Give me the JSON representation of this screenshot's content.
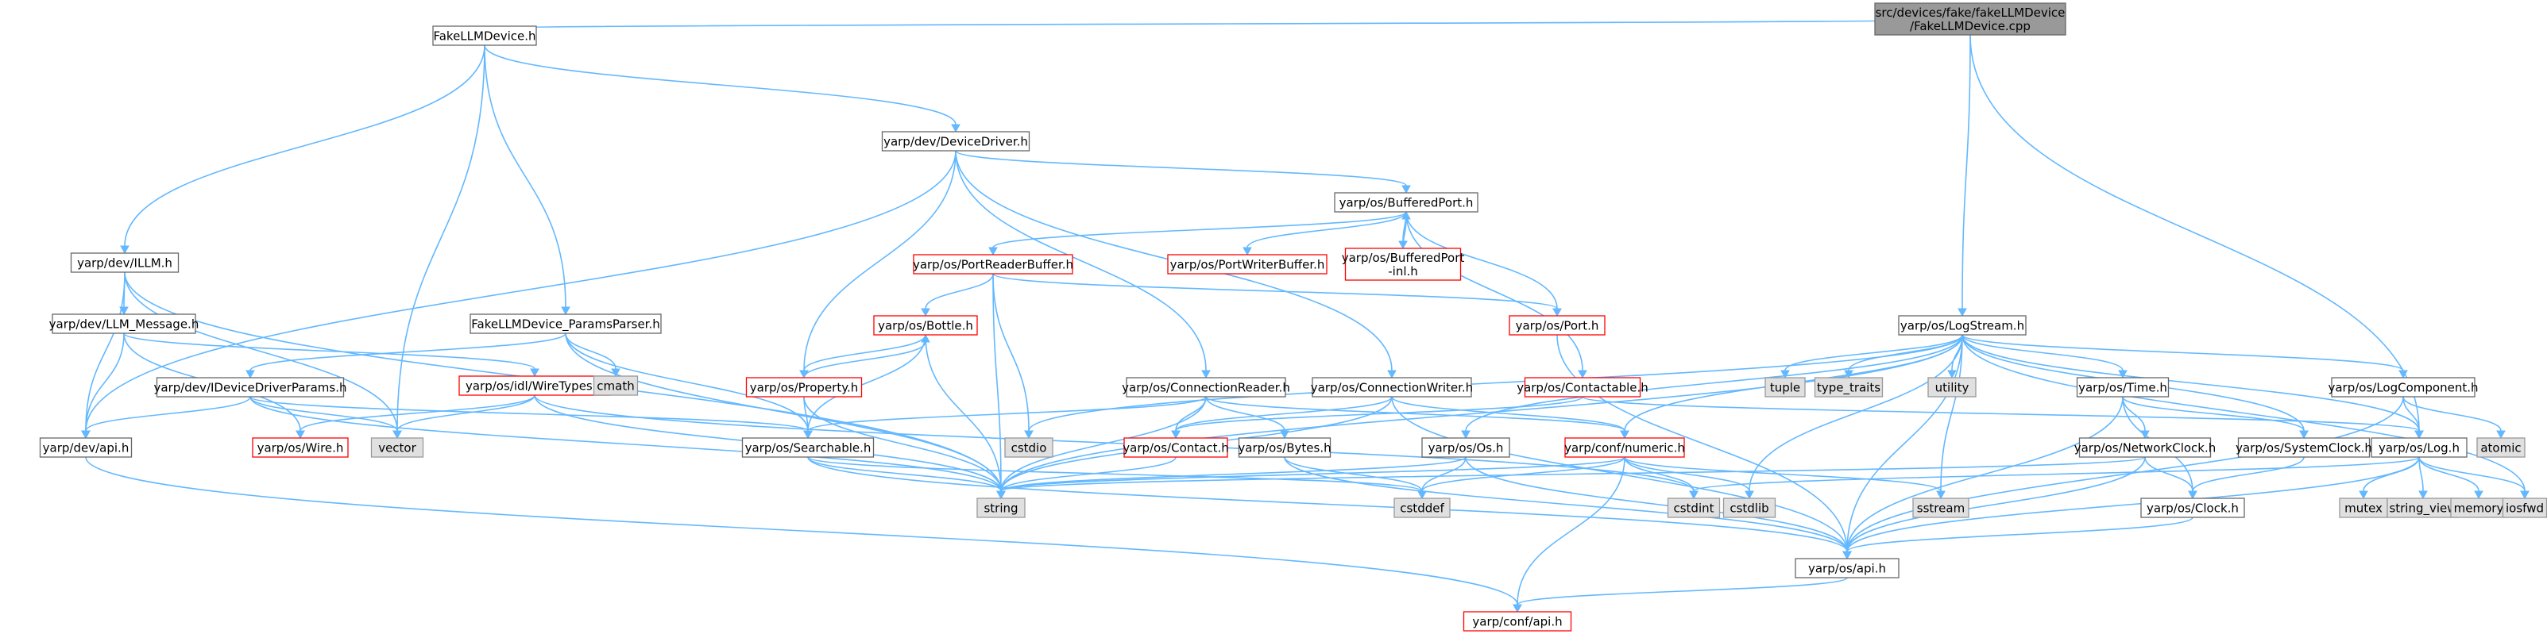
{
  "colors": {
    "edge": "#63b8ff",
    "node_fill": "#ffffff",
    "node_stroke": "#666666",
    "root_fill": "#999999",
    "root_stroke": "#666666",
    "system_fill": "#e0e0e0",
    "system_stroke": "#999999",
    "truncated_stroke": "#ff0000",
    "label": "#000000"
  },
  "nodes": [
    {
      "id": "root",
      "lines": [
        "src/devices/fake/fakeLLMDevice",
        "/FakeLLMDevice.cpp"
      ],
      "kind": "root"
    },
    {
      "id": "fakellmdevice_h",
      "lines": [
        "FakeLLMDevice.h"
      ],
      "kind": "normal"
    },
    {
      "id": "devicedriver_h",
      "lines": [
        "yarp/dev/DeviceDriver.h"
      ],
      "kind": "normal"
    },
    {
      "id": "illm_h",
      "lines": [
        "yarp/dev/ILLM.h"
      ],
      "kind": "normal"
    },
    {
      "id": "llm_message_h",
      "lines": [
        "yarp/dev/LLM_Message.h"
      ],
      "kind": "normal"
    },
    {
      "id": "paramsparser_h",
      "lines": [
        "FakeLLMDevice_ParamsParser.h"
      ],
      "kind": "normal"
    },
    {
      "id": "ideviceparams_h",
      "lines": [
        "yarp/dev/IDeviceDriverParams.h"
      ],
      "kind": "normal"
    },
    {
      "id": "dev_api_h",
      "lines": [
        "yarp/dev/api.h"
      ],
      "kind": "normal"
    },
    {
      "id": "wiretypes_h",
      "lines": [
        "yarp/os/idl/WireTypes.h"
      ],
      "kind": "truncated"
    },
    {
      "id": "wire_h",
      "lines": [
        "yarp/os/Wire.h"
      ],
      "kind": "truncated"
    },
    {
      "id": "vector",
      "lines": [
        "vector"
      ],
      "kind": "system"
    },
    {
      "id": "cmath",
      "lines": [
        "cmath"
      ],
      "kind": "system"
    },
    {
      "id": "bufferedport_h",
      "lines": [
        "yarp/os/BufferedPort.h"
      ],
      "kind": "normal"
    },
    {
      "id": "portreaderbuffer_h",
      "lines": [
        "yarp/os/PortReaderBuffer.h"
      ],
      "kind": "truncated"
    },
    {
      "id": "portwriterbuffer_h",
      "lines": [
        "yarp/os/PortWriterBuffer.h"
      ],
      "kind": "truncated"
    },
    {
      "id": "bufferedport_inl_h",
      "lines": [
        "yarp/os/BufferedPort",
        "-inl.h"
      ],
      "kind": "truncated"
    },
    {
      "id": "port_h",
      "lines": [
        "yarp/os/Port.h"
      ],
      "kind": "truncated"
    },
    {
      "id": "bottle_h",
      "lines": [
        "yarp/os/Bottle.h"
      ],
      "kind": "truncated"
    },
    {
      "id": "property_h",
      "lines": [
        "yarp/os/Property.h"
      ],
      "kind": "truncated"
    },
    {
      "id": "searchable_h",
      "lines": [
        "yarp/os/Searchable.h"
      ],
      "kind": "normal"
    },
    {
      "id": "cstdio",
      "lines": [
        "cstdio"
      ],
      "kind": "system"
    },
    {
      "id": "string",
      "lines": [
        "string"
      ],
      "kind": "system"
    },
    {
      "id": "connectionreader_h",
      "lines": [
        "yarp/os/ConnectionReader.h"
      ],
      "kind": "normal"
    },
    {
      "id": "connectionwriter_h",
      "lines": [
        "yarp/os/ConnectionWriter.h"
      ],
      "kind": "normal"
    },
    {
      "id": "contact_h",
      "lines": [
        "yarp/os/Contact.h"
      ],
      "kind": "truncated"
    },
    {
      "id": "bytes_h",
      "lines": [
        "yarp/os/Bytes.h"
      ],
      "kind": "normal"
    },
    {
      "id": "contactable_h",
      "lines": [
        "yarp/os/Contactable.h"
      ],
      "kind": "truncated"
    },
    {
      "id": "numeric_h",
      "lines": [
        "yarp/conf/numeric.h"
      ],
      "kind": "truncated"
    },
    {
      "id": "os_h",
      "lines": [
        "yarp/os/Os.h"
      ],
      "kind": "normal"
    },
    {
      "id": "cstddef",
      "lines": [
        "cstddef"
      ],
      "kind": "system"
    },
    {
      "id": "logstream_h",
      "lines": [
        "yarp/os/LogStream.h"
      ],
      "kind": "normal"
    },
    {
      "id": "tuple",
      "lines": [
        "tuple"
      ],
      "kind": "system"
    },
    {
      "id": "type_traits",
      "lines": [
        "type_traits"
      ],
      "kind": "system"
    },
    {
      "id": "utility",
      "lines": [
        "utility"
      ],
      "kind": "system"
    },
    {
      "id": "time_h",
      "lines": [
        "yarp/os/Time.h"
      ],
      "kind": "normal"
    },
    {
      "id": "logcomponent_h",
      "lines": [
        "yarp/os/LogComponent.h"
      ],
      "kind": "normal"
    },
    {
      "id": "atomic",
      "lines": [
        "atomic"
      ],
      "kind": "system"
    },
    {
      "id": "networkclock_h",
      "lines": [
        "yarp/os/NetworkClock.h"
      ],
      "kind": "normal"
    },
    {
      "id": "systemclock_h",
      "lines": [
        "yarp/os/SystemClock.h"
      ],
      "kind": "normal"
    },
    {
      "id": "log_h",
      "lines": [
        "yarp/os/Log.h"
      ],
      "kind": "normal"
    },
    {
      "id": "cstdint",
      "lines": [
        "cstdint"
      ],
      "kind": "system"
    },
    {
      "id": "cstdlib",
      "lines": [
        "cstdlib"
      ],
      "kind": "system"
    },
    {
      "id": "sstream",
      "lines": [
        "sstream"
      ],
      "kind": "system"
    },
    {
      "id": "clock_h",
      "lines": [
        "yarp/os/Clock.h"
      ],
      "kind": "normal"
    },
    {
      "id": "mutex",
      "lines": [
        "mutex"
      ],
      "kind": "system"
    },
    {
      "id": "string_view",
      "lines": [
        "string_view"
      ],
      "kind": "system"
    },
    {
      "id": "memory",
      "lines": [
        "memory"
      ],
      "kind": "system"
    },
    {
      "id": "iosfwd",
      "lines": [
        "iosfwd"
      ],
      "kind": "system"
    },
    {
      "id": "os_api_h",
      "lines": [
        "yarp/os/api.h"
      ],
      "kind": "normal"
    },
    {
      "id": "conf_api_h",
      "lines": [
        "yarp/conf/api.h"
      ],
      "kind": "truncated"
    }
  ],
  "edges": [
    [
      "root",
      "fakellmdevice_h"
    ],
    [
      "root",
      "logstream_h"
    ],
    [
      "root",
      "log_h"
    ],
    [
      "fakellmdevice_h",
      "devicedriver_h"
    ],
    [
      "fakellmdevice_h",
      "illm_h"
    ],
    [
      "fakellmdevice_h",
      "paramsparser_h"
    ],
    [
      "fakellmdevice_h",
      "vector"
    ],
    [
      "devicedriver_h",
      "bufferedport_h"
    ],
    [
      "devicedriver_h",
      "property_h"
    ],
    [
      "devicedriver_h",
      "connectionreader_h"
    ],
    [
      "devicedriver_h",
      "connectionwriter_h"
    ],
    [
      "devicedriver_h",
      "dev_api_h"
    ],
    [
      "illm_h",
      "llm_message_h"
    ],
    [
      "illm_h",
      "dev_api_h"
    ],
    [
      "illm_h",
      "vector"
    ],
    [
      "illm_h",
      "string"
    ],
    [
      "llm_message_h",
      "dev_api_h"
    ],
    [
      "llm_message_h",
      "wiretypes_h"
    ],
    [
      "llm_message_h",
      "wire_h"
    ],
    [
      "paramsparser_h",
      "ideviceparams_h"
    ],
    [
      "paramsparser_h",
      "cmath"
    ],
    [
      "paramsparser_h",
      "string"
    ],
    [
      "paramsparser_h",
      "searchable_h"
    ],
    [
      "ideviceparams_h",
      "dev_api_h"
    ],
    [
      "ideviceparams_h",
      "vector"
    ],
    [
      "ideviceparams_h",
      "searchable_h"
    ],
    [
      "ideviceparams_h",
      "string"
    ],
    [
      "wiretypes_h",
      "vector"
    ],
    [
      "wiretypes_h",
      "string"
    ],
    [
      "wiretypes_h",
      "wire_h"
    ],
    [
      "wiretypes_h",
      "cstdint"
    ],
    [
      "dev_api_h",
      "conf_api_h"
    ],
    [
      "bufferedport_h",
      "portreaderbuffer_h"
    ],
    [
      "bufferedport_h",
      "portwriterbuffer_h"
    ],
    [
      "bufferedport_h",
      "bufferedport_inl_h"
    ],
    [
      "bufferedport_h",
      "port_h"
    ],
    [
      "bufferedport_h",
      "contactable_h"
    ],
    [
      "bufferedport_inl_h",
      "bufferedport_h"
    ],
    [
      "portreaderbuffer_h",
      "bottle_h"
    ],
    [
      "portreaderbuffer_h",
      "cstdio"
    ],
    [
      "portreaderbuffer_h",
      "string"
    ],
    [
      "portreaderbuffer_h",
      "port_h"
    ],
    [
      "bottle_h",
      "property_h"
    ],
    [
      "bottle_h",
      "searchable_h"
    ],
    [
      "bottle_h",
      "string"
    ],
    [
      "property_h",
      "bottle_h"
    ],
    [
      "property_h",
      "searchable_h"
    ],
    [
      "property_h",
      "string"
    ],
    [
      "port_h",
      "os_api_h"
    ],
    [
      "searchable_h",
      "string"
    ],
    [
      "searchable_h",
      "os_api_h"
    ],
    [
      "searchable_h",
      "cstddef"
    ],
    [
      "connectionreader_h",
      "contact_h"
    ],
    [
      "connectionreader_h",
      "bytes_h"
    ],
    [
      "connectionreader_h",
      "searchable_h"
    ],
    [
      "connectionreader_h",
      "numeric_h"
    ],
    [
      "connectionreader_h",
      "string"
    ],
    [
      "connectionwriter_h",
      "contact_h"
    ],
    [
      "connectionwriter_h",
      "numeric_h"
    ],
    [
      "connectionwriter_h",
      "os_api_h"
    ],
    [
      "connectionwriter_h",
      "string"
    ],
    [
      "contact_h",
      "string"
    ],
    [
      "contactable_h",
      "contact_h"
    ],
    [
      "contactable_h",
      "log_h"
    ],
    [
      "bytes_h",
      "cstddef"
    ],
    [
      "bytes_h",
      "os_api_h"
    ],
    [
      "numeric_h",
      "cstdint"
    ],
    [
      "numeric_h",
      "cstdlib"
    ],
    [
      "numeric_h",
      "sstream"
    ],
    [
      "numeric_h",
      "cstddef"
    ],
    [
      "numeric_h",
      "conf_api_h"
    ],
    [
      "numeric_h",
      "string"
    ],
    [
      "os_h",
      "cstddef"
    ],
    [
      "os_h",
      "os_api_h"
    ],
    [
      "os_h",
      "string"
    ],
    [
      "logstream_h",
      "tuple"
    ],
    [
      "logstream_h",
      "type_traits"
    ],
    [
      "logstream_h",
      "utility"
    ],
    [
      "logstream_h",
      "time_h"
    ],
    [
      "logstream_h",
      "logcomponent_h"
    ],
    [
      "logstream_h",
      "log_h"
    ],
    [
      "logstream_h",
      "os_h"
    ],
    [
      "logstream_h",
      "cstdio"
    ],
    [
      "logstream_h",
      "string"
    ],
    [
      "logstream_h",
      "numeric_h"
    ],
    [
      "logstream_h",
      "cstdlib"
    ],
    [
      "logstream_h",
      "sstream"
    ],
    [
      "logstream_h",
      "iosfwd"
    ],
    [
      "logstream_h",
      "systemclock_h"
    ],
    [
      "logstream_h",
      "os_api_h"
    ],
    [
      "time_h",
      "networkclock_h"
    ],
    [
      "time_h",
      "systemclock_h"
    ],
    [
      "time_h",
      "clock_h"
    ],
    [
      "time_h",
      "os_api_h"
    ],
    [
      "networkclock_h",
      "clock_h"
    ],
    [
      "networkclock_h",
      "os_api_h"
    ],
    [
      "networkclock_h",
      "string"
    ],
    [
      "systemclock_h",
      "clock_h"
    ],
    [
      "clock_h",
      "os_api_h"
    ],
    [
      "logcomponent_h",
      "atomic"
    ],
    [
      "logcomponent_h",
      "log_h"
    ],
    [
      "logcomponent_h",
      "os_api_h"
    ],
    [
      "log_h",
      "cstdint"
    ],
    [
      "log_h",
      "mutex"
    ],
    [
      "log_h",
      "string_view"
    ],
    [
      "log_h",
      "memory"
    ],
    [
      "log_h",
      "iosfwd"
    ],
    [
      "log_h",
      "os_api_h"
    ],
    [
      "os_api_h",
      "conf_api_h"
    ]
  ]
}
